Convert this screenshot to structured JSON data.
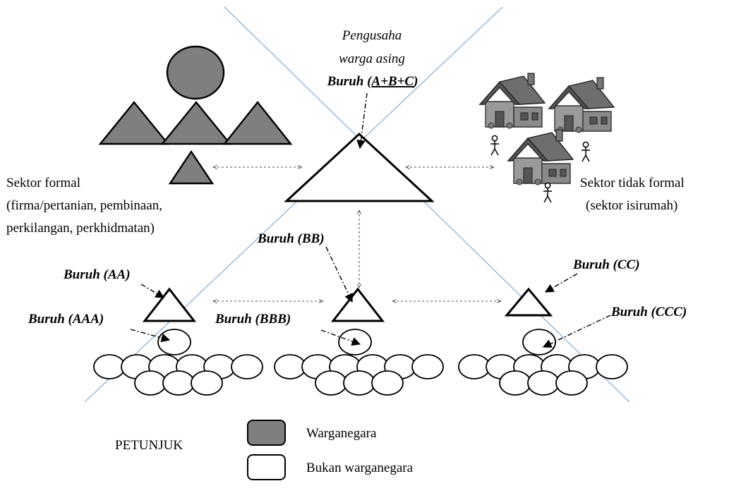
{
  "top_label": {
    "line1": "Pengusaha",
    "line2": "warga asing",
    "line3_prefix": "Buruh (",
    "line3_underlined": "A+B+C",
    "line3_suffix": ")"
  },
  "formal_sector": {
    "line1": "Sektor formal",
    "line2": "(firma/pertanian, pembinaan,",
    "line3": "perkilangan, perkhidmatan)"
  },
  "informal_sector": {
    "line1": "Sektor tidak formal",
    "line2": "(sektor isirumah)"
  },
  "labels": {
    "bb": "Buruh (BB)",
    "aa": "Buruh (AA)",
    "aaa": "Buruh (AAA)",
    "bbb": "Buruh (BBB)",
    "cc": "Buruh (CC)",
    "ccc": "Buruh (CCC)"
  },
  "legend": {
    "title": "PETUNJUK",
    "citizen": "Warganegara",
    "non_citizen": "Bukan warganegara"
  },
  "colors": {
    "citizen_fill": "#7f7f7f",
    "non_citizen_fill": "#ffffff",
    "axis_line": "#8fb0d0",
    "house_roof": "#555555",
    "house_wall": "#9a9a9a"
  },
  "icons": [
    "house-icon",
    "person-icon"
  ]
}
